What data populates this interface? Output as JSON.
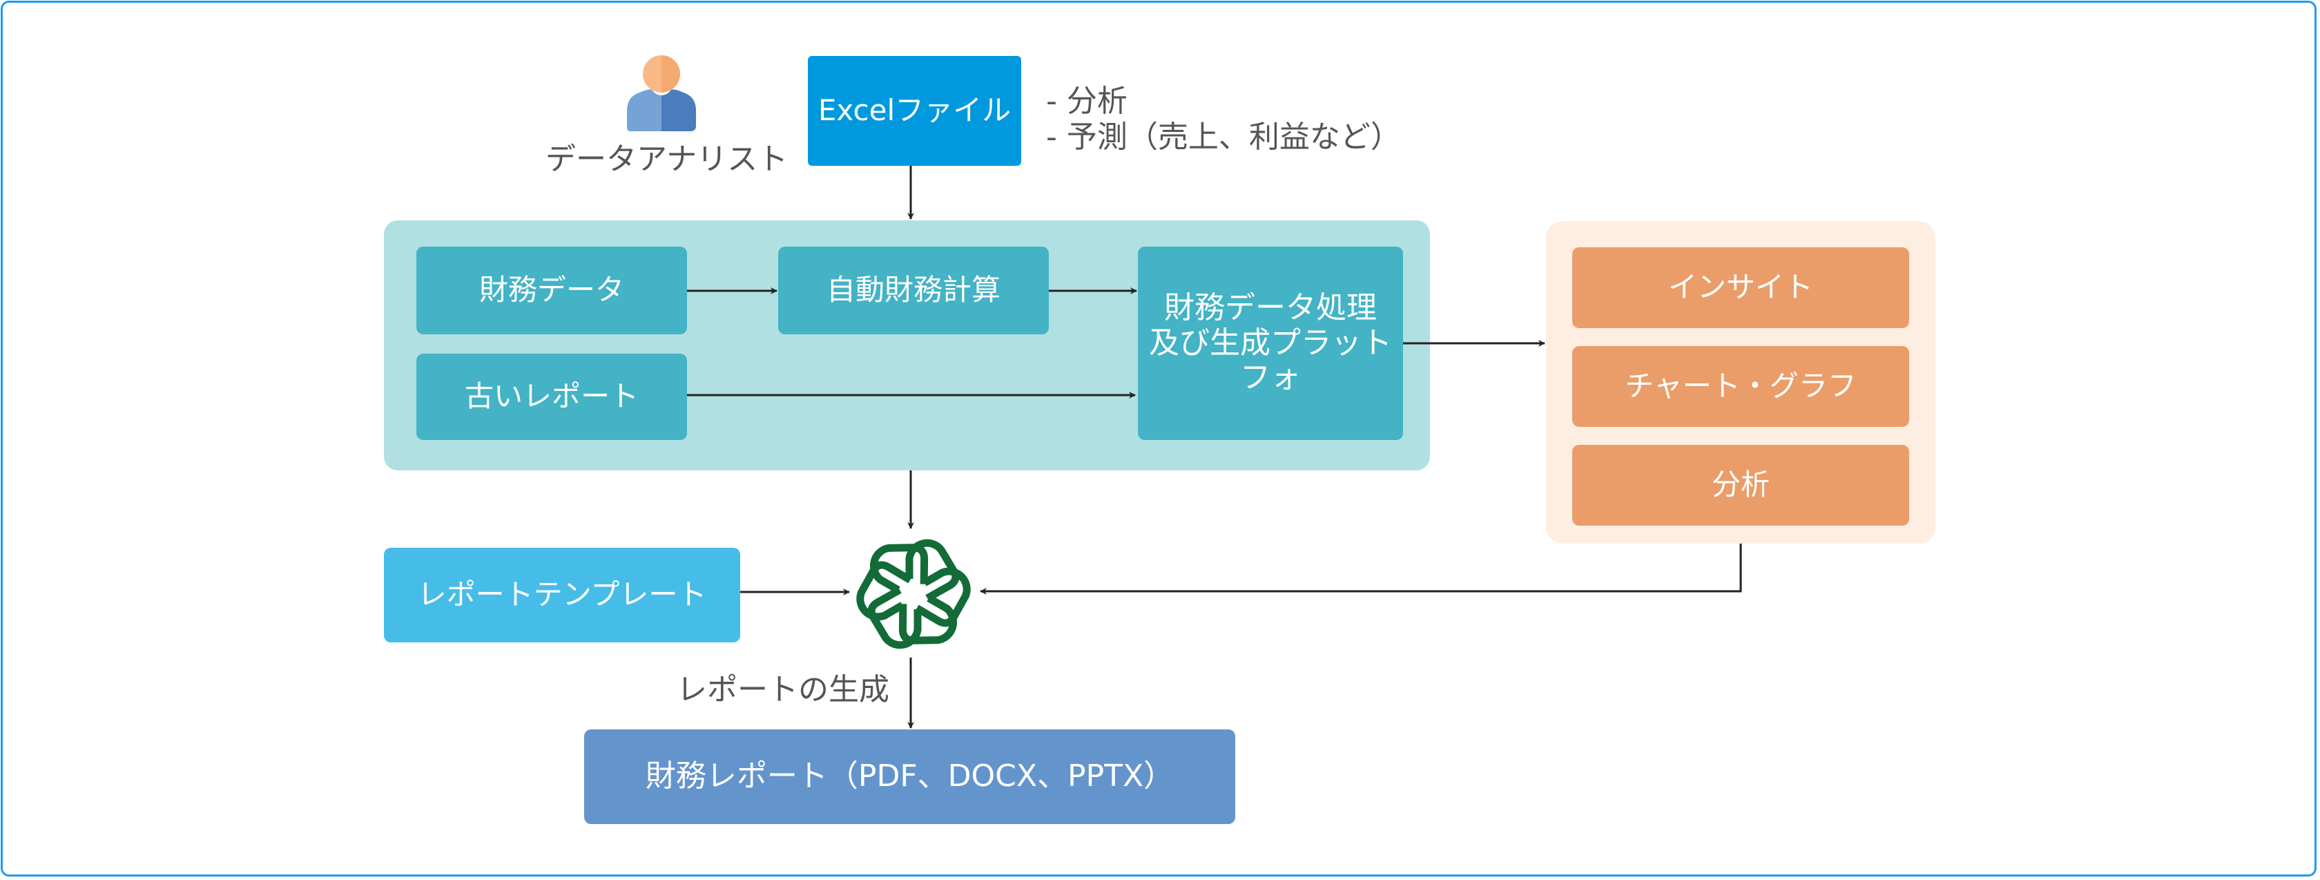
{
  "diagram": {
    "actor": {
      "label": "データアナリスト",
      "icon": "person-icon"
    },
    "excel_file": {
      "label": "Excelファイル"
    },
    "excel_notes": [
      "- 分析",
      "- 予測（売上、利益など）"
    ],
    "processing_group": {
      "inputs": [
        {
          "label": "財務データ"
        },
        {
          "label": "古いレポート"
        }
      ],
      "auto_calc": {
        "label": "自動財務計算"
      },
      "platform": {
        "label": "財務データ処理\n及び生成プラット\nフォ"
      }
    },
    "outputs_group": {
      "items": [
        {
          "label": "インサイト"
        },
        {
          "label": "チャート・グラフ"
        },
        {
          "label": "分析"
        }
      ]
    },
    "report_template": {
      "label": "レポートテンプレート"
    },
    "llm": {
      "icon": "openai-logo-icon"
    },
    "generate_label": "レポートの生成",
    "final_report": {
      "label": "財務レポート（PDF、DOCX、PPTX）"
    },
    "colors": {
      "frame": "#1e9cf0",
      "excel": "#0099dd",
      "teal_group": "#b1e0e3",
      "teal_node": "#43b3c5",
      "orange_group": "#feeee2",
      "orange_node": "#ea9d69",
      "template": "#46bde9",
      "report": "#6494cc",
      "llm_logo": "#136b37",
      "arrow": "#222222"
    }
  }
}
